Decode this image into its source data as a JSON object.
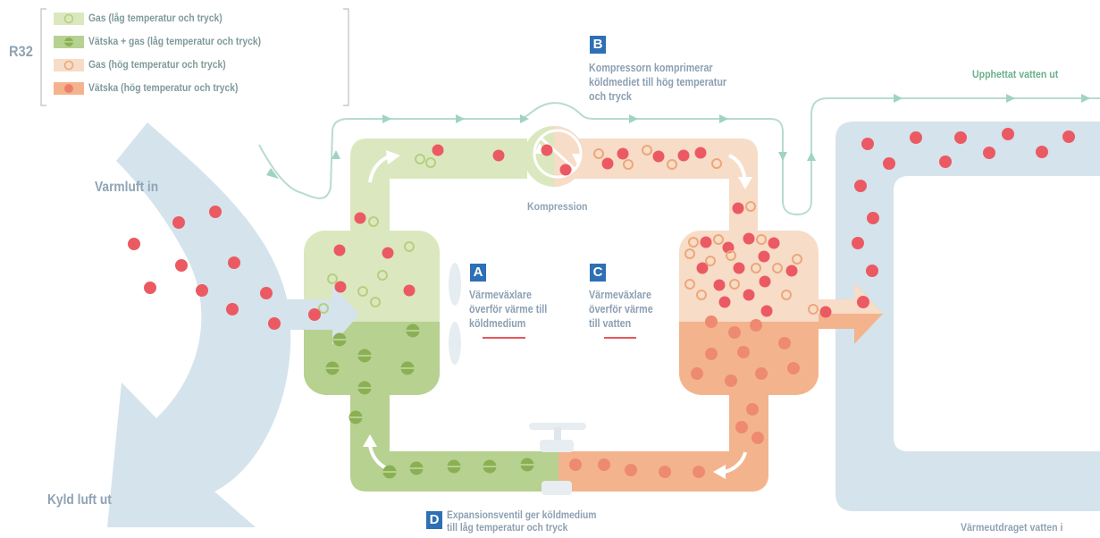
{
  "system_label": "R32",
  "legend": [
    {
      "label": "Gas (låg temperatur och tryck)",
      "swatch": "#dbe8bf",
      "marker": "#b5cf7f",
      "marker_type": "ring"
    },
    {
      "label": "Vätska + gas (låg temperatur och tryck)",
      "swatch": "#b6d190",
      "marker": "#8bb054",
      "marker_type": "half"
    },
    {
      "label": "Gas (hög temperatur och tryck)",
      "swatch": "#f7dcc8",
      "marker": "#eda778",
      "marker_type": "ring"
    },
    {
      "label": "Vätska (hög temperatur och tryck)",
      "swatch": "#f3b48d",
      "marker": "#ee7e6b",
      "marker_type": "dot"
    }
  ],
  "air": {
    "in_label": "Varmluft in",
    "out_label": "Kyld luft ut"
  },
  "water": {
    "out_label": "Upphettat vatten ut",
    "in_label": "Värmeutdraget vatten i"
  },
  "compression_label": "Kompression",
  "steps": [
    {
      "letter": "A",
      "text": "Värmeväxlare\növerför värme till\nköldmedium"
    },
    {
      "letter": "B",
      "text": "Kompressorn komprimerar\nköldmediet till hög temperatur\noch tryck"
    },
    {
      "letter": "C",
      "text": "Värmeväxlare\növerför värme\ntill vatten"
    },
    {
      "letter": "D",
      "text": "Expansionsventil ger köldmedium\ntill låg temperatur och tryck"
    }
  ],
  "colors": {
    "air": "#d5e3ec",
    "water": "#d5e3ec",
    "water_line": "#b7dccf",
    "gas_low": "#dbe8bf",
    "liquid_gas_low": "#b6d190",
    "gas_high": "#f7dcc8",
    "liquid_high": "#f3b48d",
    "molecule": "#eb5a63",
    "badge": "#2e6fb5",
    "label_text": "#8fa3b5"
  }
}
